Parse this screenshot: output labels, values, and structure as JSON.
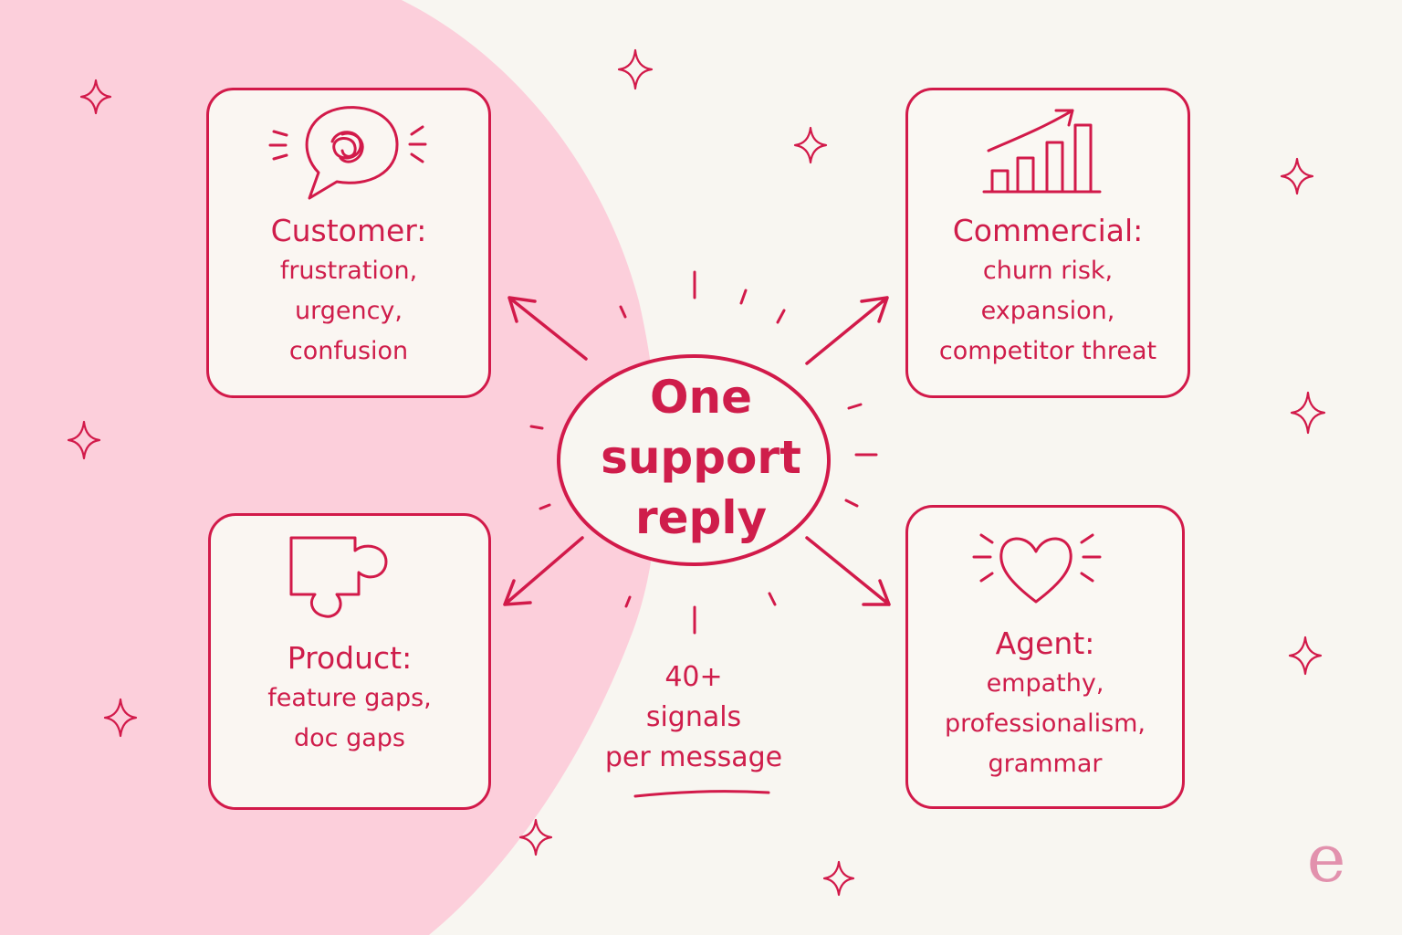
{
  "center": {
    "lines": [
      "One",
      "support",
      "reply"
    ]
  },
  "cards": {
    "customer": {
      "title": "Customer:",
      "lines": [
        "frustration,",
        "urgency,",
        "confusion"
      ],
      "icon": "tangled-speech-bubble-icon"
    },
    "commercial": {
      "title": "Commercial:",
      "lines": [
        "churn risk,",
        "expansion,",
        "competitor threat"
      ],
      "icon": "growth-bar-chart-icon"
    },
    "product": {
      "title": "Product:",
      "lines": [
        "feature gaps,",
        "doc gaps"
      ],
      "icon": "puzzle-piece-icon"
    },
    "agent": {
      "title": "Agent:",
      "lines": [
        "empathy,",
        "professionalism,",
        "grammar"
      ],
      "icon": "heart-icon"
    }
  },
  "signals": {
    "lines": [
      "40+",
      "signals",
      "per message"
    ]
  },
  "logo": {
    "text": "e"
  },
  "colors": {
    "accent": "#d21a4a",
    "background": "#f8f6f1",
    "blob": "#fccfdb",
    "logo": "#e291ad"
  }
}
